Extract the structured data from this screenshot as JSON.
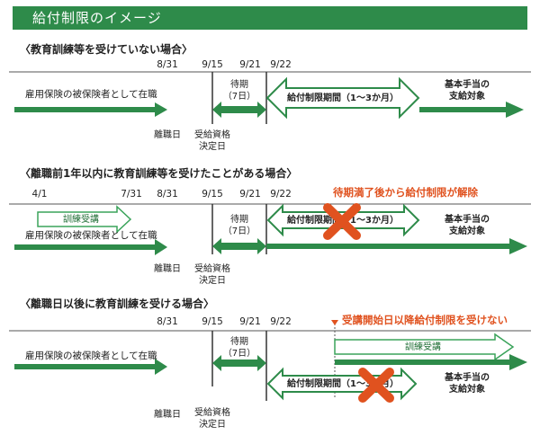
{
  "title": "給付制限のイメージ",
  "sections": [
    {
      "heading": "〈教育訓練等を受けていない場合〉",
      "dates": {
        "d831": "8/31",
        "d915": "9/15",
        "d921": "9/21",
        "d922": "9/22"
      },
      "employment": "雇用保険の被保険者として在職",
      "waiting": "待期",
      "waiting_days": "（7日）",
      "restriction": "給付制限期間（1～3か月）",
      "benefit": "基本手当の",
      "benefit2": "支給対象",
      "separation": "離職日",
      "qualify": "受給資格",
      "qualify2": "決定日"
    },
    {
      "heading": "〈離職前1年以内に教育訓練等を受けたことがある場合〉",
      "dates": {
        "d41": "4/1",
        "d731": "7/31",
        "d831": "8/31",
        "d915": "9/15",
        "d921": "9/21",
        "d922": "9/22"
      },
      "training": "訓練受講",
      "employment": "雇用保険の被保険者として在職",
      "note": "待期満了後から給付制限が解除",
      "waiting": "待期",
      "waiting_days": "（7日）",
      "restriction": "給付制限期間（1～3か月）",
      "benefit": "基本手当の",
      "benefit2": "支給対象",
      "separation": "離職日",
      "qualify": "受給資格",
      "qualify2": "決定日"
    },
    {
      "heading": "〈離職日以後に教育訓練を受ける場合〉",
      "dates": {
        "d831": "8/31",
        "d915": "9/15",
        "d921": "9/21",
        "d922": "9/22"
      },
      "note": "受講開始日以降給付制限を受けない",
      "training": "訓練受講",
      "employment": "雇用保険の被保険者として在職",
      "waiting": "待期",
      "waiting_days": "（7日）",
      "restriction": "給付制限期間（1～3か月）",
      "benefit": "基本手当の",
      "benefit2": "支給対象",
      "separation": "離職日",
      "qualify": "受給資格",
      "qualify2": "決定日"
    }
  ],
  "colors": {
    "green": "#2e8b4a",
    "accent": "#e0521f",
    "training": "#3aa35a"
  }
}
